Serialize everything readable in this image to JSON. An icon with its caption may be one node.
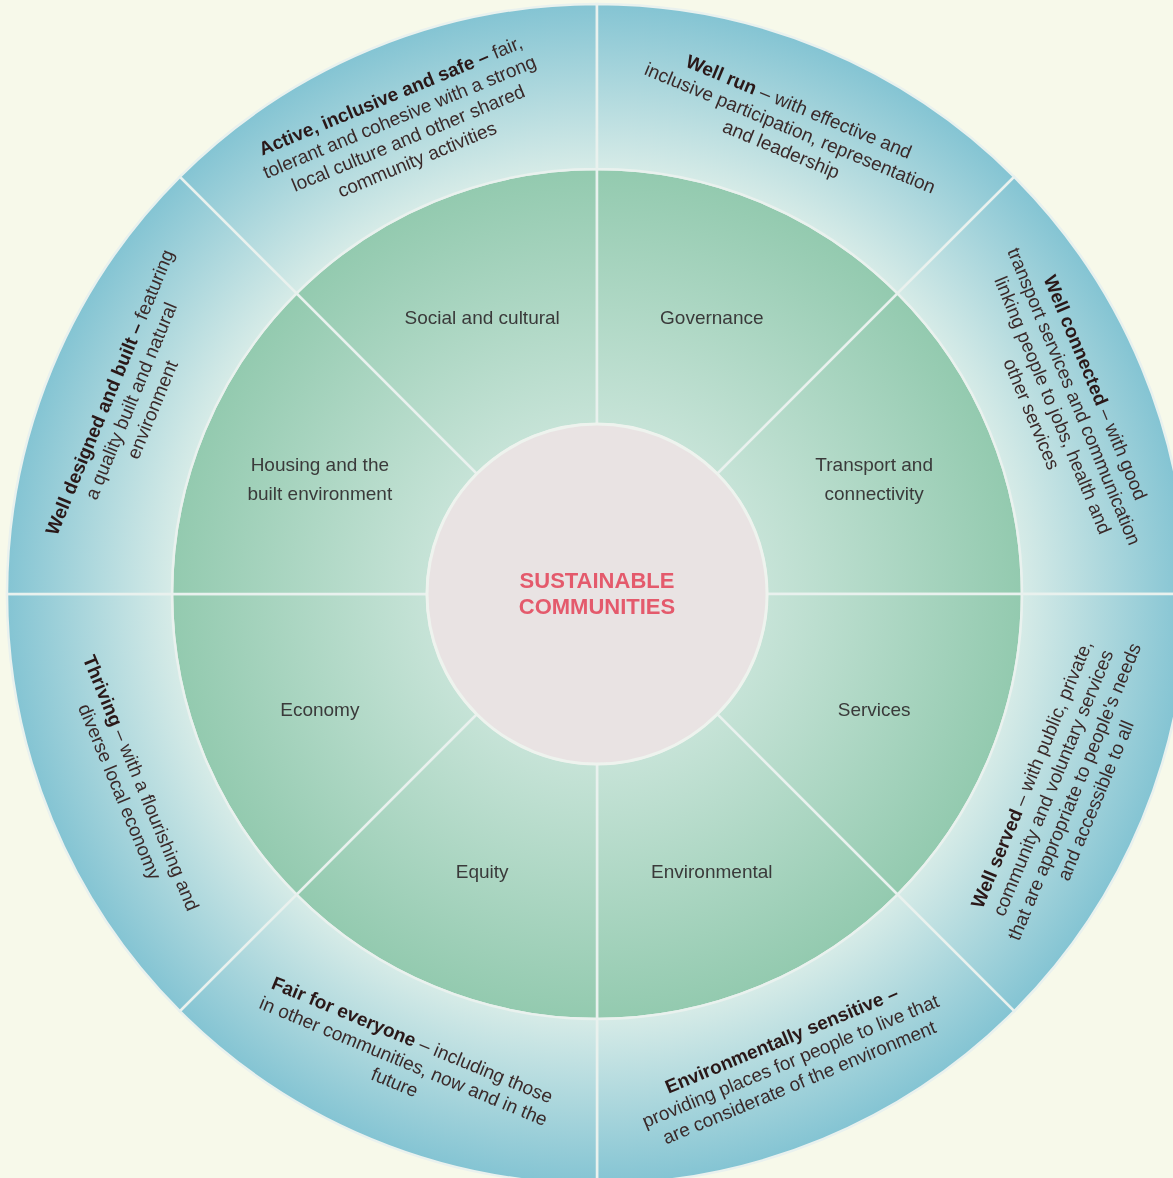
{
  "diagram": {
    "nodes": [
      {
        "text": [
          "SUSTAINABLE COMMUNITIES"
        ]
      },
      {
        "text": [
          "Social and cultural"
        ]
      },
      {
        "text": [
          "Governance"
        ]
      },
      {
        "text": [
          "Transport and connectivity"
        ]
      },
      {
        "text": [
          "Services"
        ]
      },
      {
        "text": [
          "Environmental"
        ]
      },
      {
        "text": [
          "Equity"
        ]
      },
      {
        "text": [
          "Economy"
        ]
      },
      {
        "text": [
          "Housing and the built environment"
        ]
      },
      {
        "text": [
          "**Active, inclusive and safe –** fair, tolerant and cohesive with a strong local culture and other shared community activities"
        ]
      },
      {
        "text": [
          "**Well run** – with effective and inclusive participation, representation and leadership"
        ]
      },
      {
        "text": [
          "**Well connected** – with good transport services and communication linking people to jobs, health and other services"
        ]
      },
      {
        "text": [
          "**Well served** – with public, private, community and voluntary services that are appropriate to people's needs and accessible to all"
        ]
      },
      {
        "text": [
          "**Environmentally sensitive –** providing places for people to live that are considerate of the environment"
        ]
      },
      {
        "text": [
          "**Fair for everyone** – including those in other communities, now and in the future"
        ]
      },
      {
        "text": [
          "**Thriving** – with a flourishing and diverse local economy"
        ]
      },
      {
        "text": [
          "**Well designed and built –** featuring a quality built and natural environment"
        ]
      }
    ],
    "edges": []
  }
}
